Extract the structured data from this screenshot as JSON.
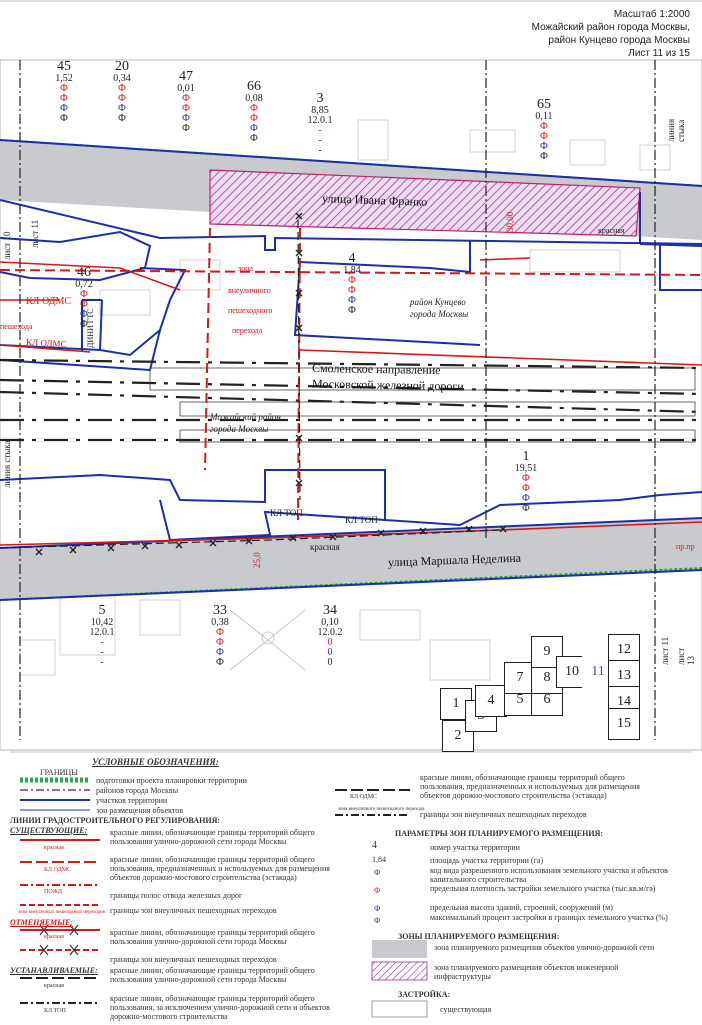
{
  "header": {
    "scale": "Масштаб 1:2000",
    "district1": "Можайский район города Москвы,",
    "district2": "район Кунцево города Москвы",
    "sheet": "Лист 11 из 15"
  },
  "plots_top": [
    {
      "num": "45",
      "area": "1,52",
      "v1": "Ф",
      "v2": "Ф",
      "v3": "Ф",
      "v4": "Ф"
    },
    {
      "num": "20",
      "area": "0,34",
      "v1": "Ф",
      "v2": "Ф",
      "v3": "Ф",
      "v4": "Ф"
    },
    {
      "num": "47",
      "area": "0,01",
      "v1": "Ф",
      "v2": "Ф",
      "v3": "Ф",
      "v4": "Ф"
    },
    {
      "num": "66",
      "area": "0,08",
      "v1": "Ф",
      "v2": "Ф",
      "v3": "Ф",
      "v4": "Ф"
    },
    {
      "num": "3",
      "area": "8,85",
      "v1": "12.0.1",
      "v2": "-",
      "v3": "-",
      "v4": "-"
    },
    {
      "num": "65",
      "area": "0,11",
      "v1": "Ф",
      "v2": "Ф",
      "v3": "Ф",
      "v4": "Ф"
    }
  ],
  "plots_mid": [
    {
      "num": "46",
      "area": "0,72",
      "v1": "Ф",
      "v2": "Ф",
      "v3": "Ф",
      "v4": "Ф"
    },
    {
      "num": "4",
      "area": "1,84",
      "v1": "Ф",
      "v2": "Ф",
      "v3": "Ф",
      "v4": "Ф"
    },
    {
      "num": "1",
      "area": "19,51",
      "v1": "Ф",
      "v2": "Ф",
      "v3": "Ф",
      "v4": "Ф"
    }
  ],
  "plots_bottom": [
    {
      "num": "5",
      "area": "10,42",
      "v1": "12.0.1",
      "v2": "-",
      "v3": "-",
      "v4": "-"
    },
    {
      "num": "33",
      "area": "0,38",
      "v1": "Ф",
      "v2": "Ф",
      "v3": "Ф",
      "v4": "Ф"
    },
    {
      "num": "34",
      "area": "0,10",
      "v1": "12.0.2",
      "v2": "0",
      "v3": "0",
      "v4": "0"
    }
  ],
  "labels": {
    "street_top": "улица Ивана Франко",
    "street_bottom": "улица Маршала Неделина",
    "railway1": "Смоленское направление",
    "railway2": "Московской железной дороги",
    "district_kuntsevo1": "район Кунцево",
    "district_kuntsevo2": "города Москвы",
    "district_mozh1": "Можайский район",
    "district_mozh2": "города Москвы",
    "zone1": "зона",
    "zone2": "внеуличного",
    "zone3": "пешеходного",
    "zone4": "перехода",
    "kl_odms1": "КЛ ОДМС",
    "kl_odms2": "КЛ ОДМС",
    "kl_top1": "КЛ ТОП",
    "kl_top2": "КЛ ТОП",
    "krasnaya1": "красная",
    "krasnaya2": "красная",
    "pr_pr": "пр.пр",
    "liniya_styka_r": "линия стыка",
    "liniya_styka_l": "линия стыка",
    "list10": "лист 10",
    "list11a": "лист 11",
    "list11b": "лист 11",
    "list13": "лист 13",
    "w30": "30,00",
    "w25": "25,0",
    "peshekhod": "пешехода",
    "vert_label": "ДИНИ ГТС"
  },
  "sheets": [
    "1",
    "2",
    "3",
    "4",
    "5",
    "6",
    "7",
    "8",
    "9",
    "10",
    "11",
    "12",
    "13",
    "14",
    "15"
  ],
  "legend": {
    "title": "УСЛОВНЫЕ ОБОЗНАЧЕНИЯ:",
    "granitsy": "ГРАНИЦЫ",
    "b1": "подготовки проекта планировки территории",
    "b2": "районов города Москвы",
    "b3": "участков территории",
    "b4": "зон размещения объектов",
    "lines_head": "ЛИНИИ ГРАДОСТРОИТЕЛЬНОГО РЕГУЛИРОВАНИЯ:",
    "existing": "СУЩЕСТВУЮЩИЕ:",
    "e1": "красные линии, обозначающие границы территорий общего пользования улично-дорожной сети города Москвы",
    "e2": "красные линии, обозначающие границы территорий общего пользования, предназначенных и используемых для размещения объектов дорожно-мостового строительства (эстакада)",
    "e3": "границы полос отвода железных дорог",
    "e4": "границы зон внеуличных пешеходных переходов",
    "cancelled": "ОТМЕНЯЕМЫЕ:",
    "c1": "красные линии, обозначающие границы территорий общего пользования улично-дорожной сети города Москвы",
    "c2": "границы зон внеуличных пешеходных переходов",
    "established": "УСТАНАВЛИВАЕМЫЕ:",
    "s1": "красные линии, обозначающие границы территорий общего пользования улично-дорожной сети города Москвы",
    "s2": "красные линии, обозначающие границы территорий общего пользования, за исключением улично-дорожной сети и объектов дорожно-мостового строительства",
    "sw1": "красная",
    "sw2": "КЛ ТОП",
    "sw_e1": "красная",
    "sw_e2": "КЛ ОДМС",
    "sw_e3": "ПОЖД",
    "sw_e4": "зона внеуличных пешеходных переходов",
    "sw_c1": "красная",
    "right1": "красные линии, обозначающие границы территорий общего пользования, предназначенных и используемых для размещения объектов дорожно-мостового строительства (эстакада)",
    "right2": "границы зон внеуличных пешеходных переходов",
    "sw_r1": "КЛ ОДМС",
    "sw_r2": "зона внеуличного пешеходного перехода",
    "params_head": "ПАРАМЕТРЫ ЗОН ПЛАНИРУЕМОГО РАЗМЕЩЕНИЯ:",
    "p_num": "4",
    "p_area": "1,84",
    "p_phi": "Ф",
    "p1": "номер участка территории",
    "p2": "площадь участка территории (га)",
    "p3": "код вида разрешенного использования земельного участка и объектов капитального строительства",
    "p4": "предельная плотность застройки земельного участка (тыс.кв.м/га)",
    "p5": "предельная высота зданий, строений, сооружений (м)",
    "p6": "максимальный процент застройки в границах земельного участка (%)",
    "zones_head": "ЗОНЫ ПЛАНИРУЕМОГО РАЗМЕЩЕНИЯ:",
    "z1": "зона планируемого размещения объектов улично-дорожной сети",
    "z2": "зона планируемого размещения объектов инженерной инфраструктуры",
    "build_head": "ЗАСТРОЙКА:",
    "build1": "существующая"
  },
  "colors": {
    "blue": "#1c2fa6",
    "red": "#d11a1a",
    "green": "#28a745",
    "purple": "#7a3a8a",
    "gray": "#c9cacd",
    "hatch": "#9b2f8d"
  }
}
